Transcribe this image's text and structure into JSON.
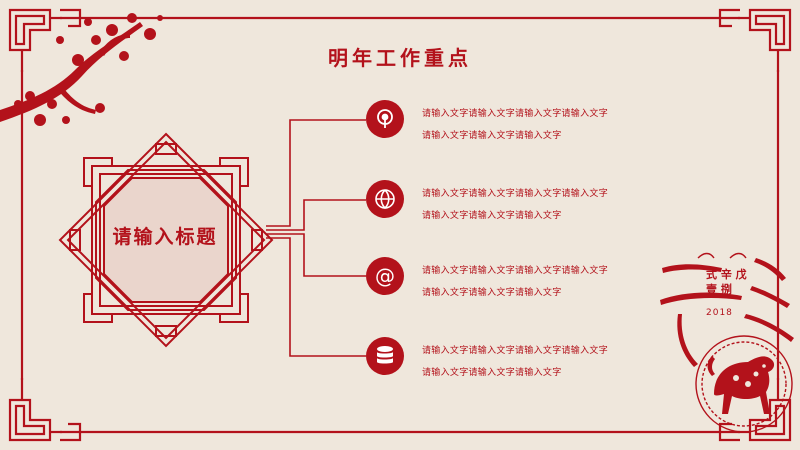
{
  "slide": {
    "title": "明年工作重点",
    "main_label": "请输入标题"
  },
  "items": [
    {
      "icon": "podcast-icon",
      "line1": "请输入文字请输入文字请输入文字请输入文字",
      "line2": "请输入文字请输入文字请输入文字"
    },
    {
      "icon": "globe-icon",
      "line1": "请输入文字请输入文字请输入文字请输入文字",
      "line2": "请输入文字请输入文字请输入文字"
    },
    {
      "icon": "at-sign-icon",
      "line1": "请输入文字请输入文字请输入文字请输入文字",
      "line2": "请输入文字请输入文字请输入文字"
    },
    {
      "icon": "database-icon",
      "line1": "请输入文字请输入文字请输入文字请输入文字",
      "line2": "请输入文字请输入文字请输入文字"
    }
  ],
  "decoration": {
    "year": "2018",
    "seal_line1": "式 辛 戊",
    "seal_line2": "壹 捌"
  },
  "colors": {
    "accent": "#b3121b",
    "background": "#efe7dc"
  }
}
